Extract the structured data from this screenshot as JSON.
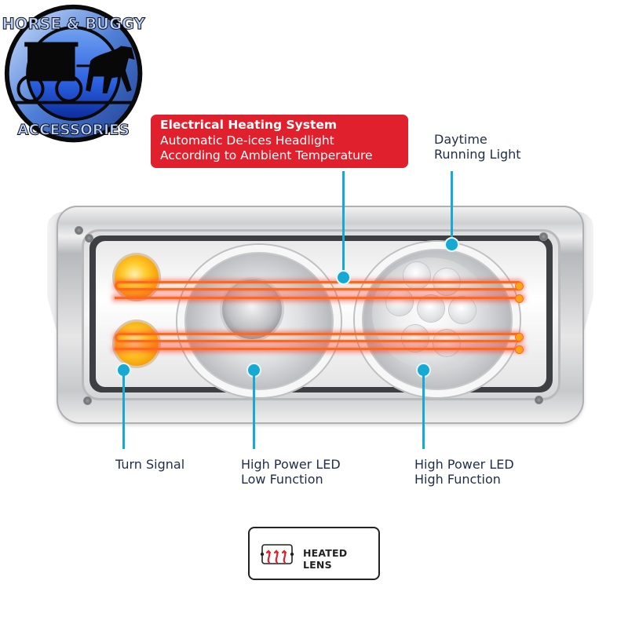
{
  "logo": {
    "top_text": "HORSE & BUGGY",
    "bottom_text": "ACCESSORIES",
    "icon": "horse-and-buggy-icon"
  },
  "callouts": {
    "heating": {
      "title": "Electrical Heating System",
      "line1": "Automatic De-ices Headlight",
      "line2": "According to Ambient Temperature"
    },
    "drl": {
      "line1": "Daytime",
      "line2": "Running Light"
    },
    "turn_signal": {
      "line1": "Turn Signal"
    },
    "low_function": {
      "line1": "High Power LED",
      "line2": "Low Function"
    },
    "high_function": {
      "line1": "High Power LED",
      "line2": "High Function"
    }
  },
  "badge": {
    "label": "HEATED LENS",
    "icon": "heated-lens-icon"
  },
  "colors": {
    "callout_red": "#e0202d",
    "leader_blue": "#16a9d4",
    "heating_orange": "#ff6a1a",
    "amber": "#f59b07",
    "label_text": "#1f2d4a"
  }
}
